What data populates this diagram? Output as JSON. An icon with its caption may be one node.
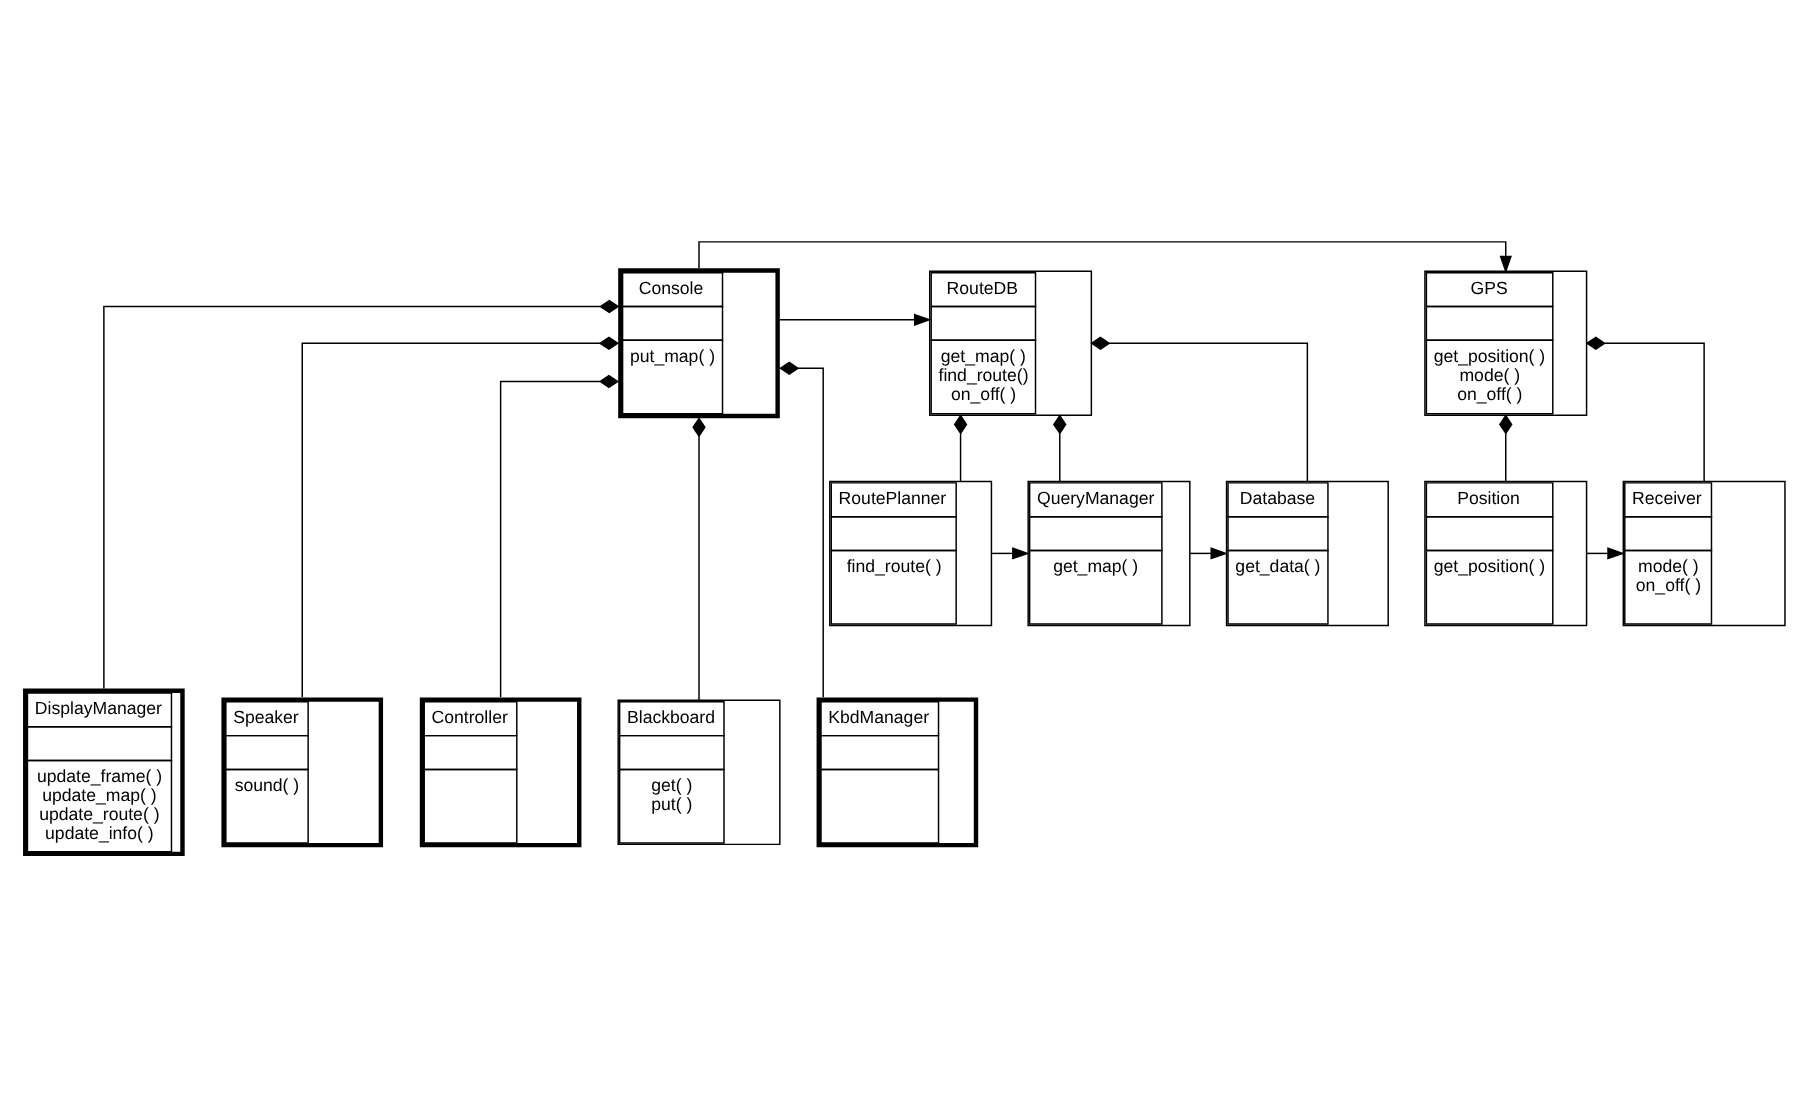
{
  "diagram": {
    "nodes": [
      {
        "text": [
          "GPS",
          "get_position( )",
          "mode( )",
          "on_off( )"
        ]
      },
      {
        "text": [
          "Console",
          "put_map( )"
        ]
      },
      {
        "text": [
          "RouteDB",
          "get_map( )",
          "find_route()",
          "on_off( )"
        ]
      },
      {
        "text": [
          "Position",
          "get_position( )"
        ]
      },
      {
        "text": [
          "Receiver",
          "mode( )",
          "on_off( )"
        ]
      },
      {
        "text": [
          "RoutePlanner",
          "find_route( )"
        ]
      },
      {
        "text": [
          "QueryManager",
          "get_map( )"
        ]
      },
      {
        "text": [
          "Database",
          "get_data( )"
        ]
      },
      {
        "text": [
          "Controller"
        ]
      },
      {
        "text": [
          "Blackboard",
          "get( )",
          "put( )"
        ]
      },
      {
        "text": [
          "KbdManager"
        ]
      },
      {
        "text": [
          "DisplayManager",
          "update_frame( )",
          "update_map( )",
          "update_route( )",
          "update_info( )"
        ]
      },
      {
        "text": [
          "Speaker",
          "sound( )"
        ]
      }
    ],
    "edges": [
      {
        "from": 1,
        "to": 0,
        "arrow": "to"
      },
      {
        "from": 1,
        "to": 2,
        "arrow": "to"
      },
      {
        "from": 0,
        "to": 3,
        "arrow": "other"
      },
      {
        "from": 0,
        "to": 4,
        "arrow": "other"
      },
      {
        "from": 3,
        "to": 4,
        "arrow": "to"
      },
      {
        "from": 2,
        "to": 5,
        "arrow": "other"
      },
      {
        "from": 2,
        "to": 6,
        "arrow": "other"
      },
      {
        "from": 2,
        "to": 7,
        "arrow": "other"
      },
      {
        "from": 5,
        "to": 6,
        "arrow": "to"
      },
      {
        "from": 6,
        "to": 7,
        "arrow": "to"
      },
      {
        "from": 1,
        "to": 8,
        "arrow": "other"
      },
      {
        "from": 1,
        "to": 9,
        "arrow": "other"
      },
      {
        "from": 1,
        "to": 10,
        "arrow": "other"
      },
      {
        "from": 1,
        "to": 11,
        "arrow": "other"
      },
      {
        "from": 1,
        "to": 12,
        "arrow": "other"
      }
    ]
  }
}
